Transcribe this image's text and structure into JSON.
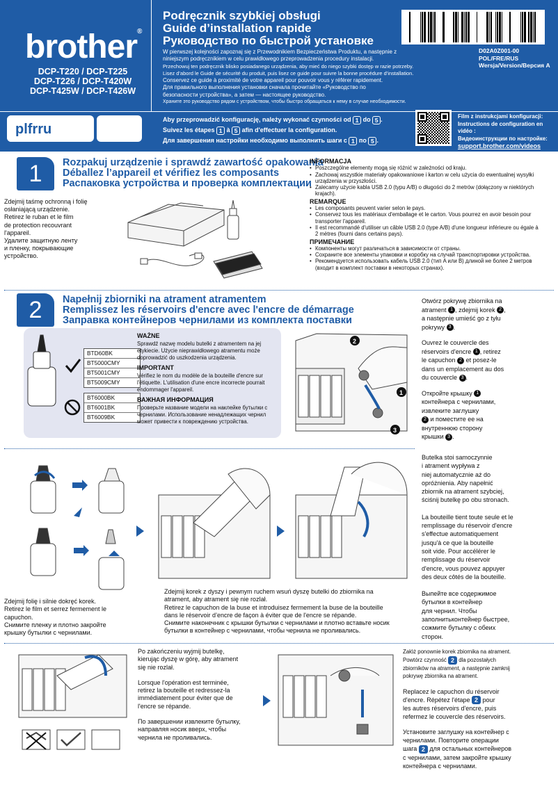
{
  "brand": "brother",
  "models": [
    "DCP-T220 / DCP-T225",
    "DCP-T226 / DCP-T420W",
    "DCP-T425W / DCP-T426W"
  ],
  "titles": [
    "Podręcznik szybkiej obsługi",
    "Guide d’installation rapide",
    "Руководство по быстрой установке"
  ],
  "intro": [
    "W pierwszej kolejności zapoznaj się z Przewodnikiem Bezpieczeństwa Produktu, a następnie z",
    "niniejszym podręcznikiem w celu prawidłowego przeprowadzenia procedury instalacji.",
    "Przechowuj ten podręcznik blisko posiadanego urządzenia, aby mieć do niego szybki dostęp w razie potrzeby.",
    "Lisez d’abord le Guide de sécurité du produit, puis lisez ce guide pour suivre la bonne procédure d’installation.",
    "Conservez ce guide à proximité de votre appareil pour pouvoir vous y référer rapidement.",
    "Для правильного выполнения установки сначала прочитайте «Руководство по",
    "безопасности устройства», а затем — настоящее руководство.",
    "Храните это руководство рядом с устройством, чтобы быстро обращаться к нему в случае необходимости."
  ],
  "doc_id": [
    "D02A0Z001-00",
    "POL/FRE/RUS",
    "Wersja/Version/Версия A"
  ],
  "lang_label": "plfrru",
  "steps_text": [
    {
      "pre": "Aby przeprowadzić konfigurację, należy wykonać czynności od",
      "a": "1",
      "mid": "do",
      "b": "5",
      "post": "."
    },
    {
      "pre": "Suivez les étapes",
      "a": "1",
      "mid": "à",
      "b": "5",
      "post": "afin d'effectuer la configuration."
    },
    {
      "pre": "Для завершения настройки необходимо выполнить шаги с",
      "a": "1",
      "mid": "по",
      "b": "5",
      "post": "."
    }
  ],
  "video": [
    "Film z instrukcjami konfiguracji:",
    "Instructions de configuration en vidéo :",
    "Видеоинструкции по настройке:",
    "support.brother.com/videos"
  ],
  "s1": {
    "num": "1",
    "titles": [
      "Rozpakuj urządzenie i sprawdź zawartość opakowania",
      "Déballez l’appareil et vérifiez les composants",
      "Распаковка устройства и проверка комплектации"
    ],
    "left": [
      "Zdejmij taśmę ochronną i folię",
      "osłaniającą urządzenie.",
      "Retirez le ruban et le film",
      "de protection recouvrant",
      "l'appareil.",
      "Удалите защитную ленту",
      "и пленку, покрывающие",
      "устройство."
    ],
    "info": [
      {
        "h": "INFORMACJA",
        "items": [
          "Poszczególne elementy mogą się różnić w zależności od kraju.",
          "Zachowaj wszystkie materiały opakowaniowe i karton w celu użycia do ewentualnej wysyłki urządzenia w przyszłości.",
          "Zalecamy użycie kabla USB 2.0 (typu A/B) o długości do 2 metrów (dołączony w niektórych krajach)."
        ]
      },
      {
        "h": "REMARQUE",
        "items": [
          "Les composants peuvent varier selon le pays.",
          "Conservez tous les matériaux d'emballage et le carton. Vous pourrez en avoir besoin pour transporter l'appareil.",
          "Il est recommandé d'utiliser un câble USB 2.0 (type A/B) d'une longueur inférieure ou égale à 2 mètres (fourni dans certains pays)."
        ]
      },
      {
        "h": "ПРИМЕЧАНИЕ",
        "items": [
          "Компоненты могут различаться в зависимости от страны.",
          "Сохраните все элементы упаковки и коробку на случай транспортировки устройства.",
          "Рекомендуется использовать кабель USB 2.0 (тип A или B) длиной не более 2 метров (входит в комплект поставки в некоторых странах)."
        ]
      }
    ]
  },
  "s2": {
    "num": "2",
    "titles": [
      "Napełnij zbiorniki na atrament atramentem",
      "Remplissez les réservoirs d'encre avec l'encre de démarrage",
      "Заправка контейнеров чернилами из комплекта поставки"
    ],
    "ok_models": [
      "BTD60BK",
      "BT5000CMY",
      "BT5001CMY",
      "BT5009CMY"
    ],
    "bad_models": [
      "BT6000BK",
      "BT6001BK",
      "BT6009BK"
    ],
    "warn": [
      {
        "h": "WAŻNE",
        "t": "Sprawdź nazwę modelu butelki z atramentem na jej etykiecie. Użycie nieprawidłowego atramentu może doprowadzić do uszkodzenia urządzenia."
      },
      {
        "h": "IMPORTANT",
        "t": "Vérifiez le nom du modèle de la bouteille d'encre sur l'étiquette. L'utilisation d'une encre incorrecte pourrait endommager l'appareil."
      },
      {
        "h": "ВАЖНАЯ ИНФОРМАЦИЯ",
        "t": "Проверьте название модели на наклейке бутылки с чернилами. Использование ненадлежащих чернил может привести к повреждению устройства."
      }
    ],
    "right1": {
      "pl": [
        "Otwórz pokrywę zbiornika na",
        "atrament",
        "zdejmij korek",
        "a następnie umieść go z tyłu",
        "pokrywy"
      ],
      "fr": [
        "Ouvrez le couvercle des",
        "réservoirs d'encre",
        "retirez",
        "le capuchon",
        "et posez-le",
        "dans un emplacement au dos",
        "du couvercle"
      ],
      "ru": [
        "Откройте крышку",
        "контейнера с чернилами,",
        "извлеките заглушку",
        "и поместите ее на",
        "внутреннюю сторону",
        "крышки"
      ]
    },
    "right2": [
      "Butelka stoi samoczynnie",
      "i atrament wypływa z",
      "niej automatycznie aż do",
      "opróżnienia. Aby napełnić",
      "zbiornik na atrament szybciej,",
      "ściśnij butelkę po obu stronach.",
      "",
      "La bouteille tient toute seule et le",
      "remplissage du réservoir d'encre",
      "s'effectue automatiquement",
      "jusqu'à ce que la bouteille",
      "soit vide. Pour accélérer le",
      "remplissage du réservoir",
      "d'encre, vous pouvez appuyer",
      "des deux côtés de la bouteille.",
      "",
      "Выпейте все содержимое",
      "бутылки в контейнер",
      "для чернил. Чтобы",
      "заполнитьконтейнер быстрее,",
      "сожмите бутылку с обеих",
      "сторон."
    ],
    "cap_left": [
      "Zdejmij folię i silnie dokręć korek.",
      "Retirez le film et serrez fermement le",
      "capuchon.",
      "Снимите пленку и плотно закройте",
      "крышку бутылки с чернилами."
    ],
    "cap_mid": [
      "Zdejmij korek z dyszy i pewnym ruchem wsuń dyszę butelki do zbiornika na",
      "atrament, aby atrament się nie rozlał.",
      "Retirez le capuchon de la buse et introduisez fermement la buse de la bouteille",
      "dans le réservoir d’encre de façon à éviter que de l'encre se répande.",
      "Снимите наконечник с крышки бутылки с чернилами и плотно вставьте носик",
      "бутылки в контейнер с чернилами, чтобы чернила не проливались."
    ],
    "bottom_mid": [
      "Po zakończeniu wyjmij butelkę,",
      "kierując dyszę w górę, aby atrament",
      "się nie rozlał.",
      "",
      "Lorsque l'opération est terminée,",
      "retirez la bouteille et redressez-la",
      "immédiatement pour éviter que de",
      "l'encre se répande.",
      "",
      "По завершении извлеките бутылку,",
      "направляя носик вверх, чтобы",
      "чернила не проливались."
    ],
    "bottom_right": {
      "pl1": "Załóż ponownie korek zbiornika na atrament.",
      "pl2": "Powtórz czynność",
      "pl3": "dla pozostałych",
      "pl4": "zbiorników na atrament, a następnie zamknij",
      "pl5": "pokrywę zbiornika na atrament.",
      "fr1": "Replacez le capuchon du réservoir",
      "fr2": "d'encre. Répétez l'étape",
      "fr3": "pour",
      "fr4": "les autres réservoirs d'encre, puis",
      "fr5": "refermez le couvercle des réservoirs.",
      "ru1": "Установите заглушку на контейнер с",
      "ru2": "чернилами. Повторите операции",
      "ru3": "шага",
      "ru4": "для остальных контейнеров",
      "ru5": "с чернилами, затем закройте крышку",
      "ru6": "контейнера с чернилами.",
      "stepref": "2"
    },
    "callouts": [
      "1",
      "2",
      "3"
    ]
  },
  "colors": {
    "brand_blue": "#1f5ca6",
    "warn_box": "#e3e5f1"
  }
}
